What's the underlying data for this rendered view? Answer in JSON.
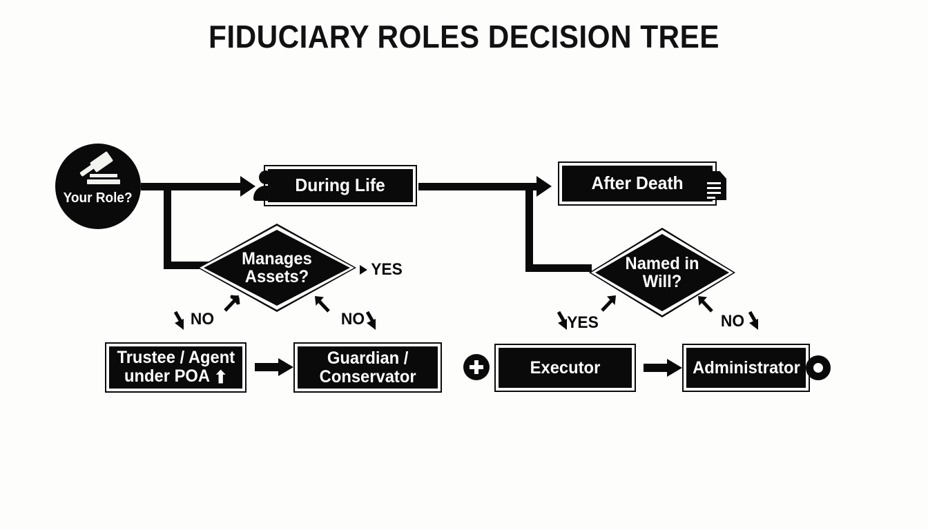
{
  "title": "FIDUCIARY ROLES DECISION TREE",
  "colors": {
    "background": "#fdfdfc",
    "ink": "#0a0a0a",
    "text_on_ink": "#ffffff"
  },
  "start": {
    "label": "Your Role?",
    "icon": "gavel-icon"
  },
  "nodes": {
    "during_life": {
      "label": "During Life",
      "icon": "person-icon"
    },
    "after_death": {
      "label": "After Death",
      "icon": "document-icon"
    },
    "manages_assets": {
      "label": "Manages\nAssets?",
      "shape": "diamond"
    },
    "named_in_will": {
      "label": "Named in\nWill?",
      "shape": "diamond"
    },
    "trustee": {
      "label": "Trustee / Agent\nunder POA",
      "glyph": "⬆"
    },
    "guardian": {
      "label": "Guardian /\nConservator"
    },
    "executor": {
      "label": "Executor",
      "icon": "plus-circle-icon"
    },
    "administrator": {
      "label": "Administrator",
      "icon": "ring-icon"
    }
  },
  "branch_labels": {
    "manages_assets_yes": "YES",
    "manages_assets_no_left": "NO",
    "manages_assets_no_right": "NO",
    "named_in_will_yes": "YES",
    "named_in_will_no": "NO"
  },
  "chart_data": {
    "type": "diagram",
    "diagram_kind": "decision-tree-flowchart",
    "title": "FIDUCIARY ROLES DECISION TREE",
    "nodes": [
      {
        "id": "start",
        "label": "Your Role?",
        "shape": "circle"
      },
      {
        "id": "during_life",
        "label": "During Life",
        "shape": "rect"
      },
      {
        "id": "after_death",
        "label": "After Death",
        "shape": "rect"
      },
      {
        "id": "manages_assets",
        "label": "Manages Assets?",
        "shape": "diamond"
      },
      {
        "id": "named_in_will",
        "label": "Named in Will?",
        "shape": "diamond"
      },
      {
        "id": "trustee",
        "label": "Trustee / Agent under POA",
        "shape": "rect"
      },
      {
        "id": "guardian",
        "label": "Guardian / Conservator",
        "shape": "rect"
      },
      {
        "id": "executor",
        "label": "Executor",
        "shape": "rect"
      },
      {
        "id": "administrator",
        "label": "Administrator",
        "shape": "rect"
      }
    ],
    "edges": [
      {
        "from": "start",
        "to": "during_life",
        "label": ""
      },
      {
        "from": "start",
        "to": "manages_assets",
        "label": ""
      },
      {
        "from": "during_life",
        "to": "after_death",
        "label": ""
      },
      {
        "from": "during_life",
        "to": "named_in_will",
        "label": ""
      },
      {
        "from": "manages_assets",
        "to": "right",
        "label": "YES"
      },
      {
        "from": "trustee",
        "to": "manages_assets",
        "label": "NO"
      },
      {
        "from": "guardian",
        "to": "manages_assets",
        "label": "NO"
      },
      {
        "from": "named_in_will",
        "to": "executor",
        "label": "YES"
      },
      {
        "from": "named_in_will",
        "to": "administrator",
        "label": "NO"
      },
      {
        "from": "trustee",
        "to": "guardian",
        "label": ""
      },
      {
        "from": "executor",
        "to": "administrator",
        "label": ""
      }
    ]
  }
}
